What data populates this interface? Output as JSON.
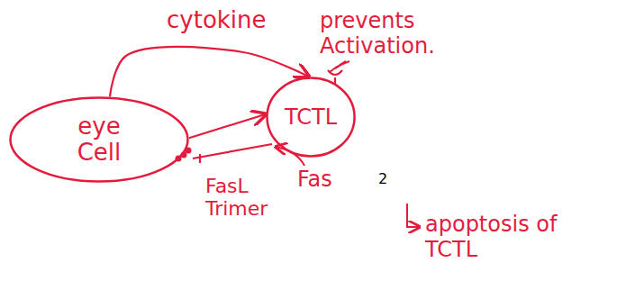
{
  "diagram": {
    "nodes": [
      {
        "text": [
          "eye Cell"
        ]
      },
      {
        "text": [
          "TCTL"
        ]
      }
    ],
    "edges": [
      {
        "from": 0,
        "to": 1,
        "arrow": "to"
      },
      {
        "from": 1,
        "to": 0,
        "arrow": "to"
      }
    ],
    "labels": [
      "cytokine",
      "prevents Activation.",
      "FasL Trimer",
      "Fas",
      "2",
      "apoptosis of TCTL"
    ]
  }
}
